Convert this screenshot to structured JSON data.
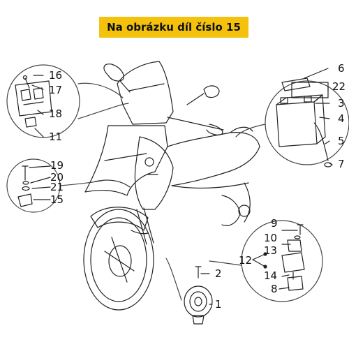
{
  "banner": {
    "text": "Na obrázku díl číslo 15"
  },
  "callouts": {
    "left_top": [
      "16",
      "17",
      "18",
      "11"
    ],
    "left_mid": [
      "19",
      "20",
      "21",
      "15"
    ],
    "right_top": [
      "6",
      "22",
      "3",
      "4",
      "5",
      "7"
    ],
    "right_bottom": [
      "9",
      "10",
      "13",
      "12",
      "14",
      "8"
    ],
    "bottom_center": [
      "2",
      "1"
    ]
  },
  "colors": {
    "banner": "#f4c20d",
    "line": "#222222",
    "text": "#111111"
  }
}
